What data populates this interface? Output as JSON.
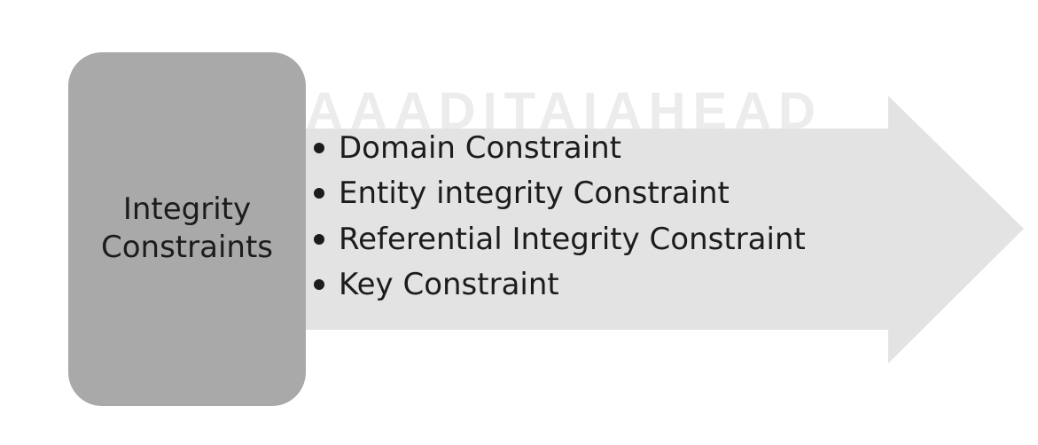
{
  "diagram": {
    "watermark": "AAADITAIAHEAD",
    "concept": {
      "label": "Integrity Constraints"
    },
    "items": [
      {
        "label": "Domain Constraint"
      },
      {
        "label": "Entity integrity Constraint"
      },
      {
        "label": "Referential Integrity Constraint"
      },
      {
        "label": "Key Constraint"
      }
    ],
    "colors": {
      "concept_box": "#a9a9a9",
      "arrow": "#e3e3e3",
      "text": "#1c1c1c",
      "background": "#ffffff"
    }
  }
}
